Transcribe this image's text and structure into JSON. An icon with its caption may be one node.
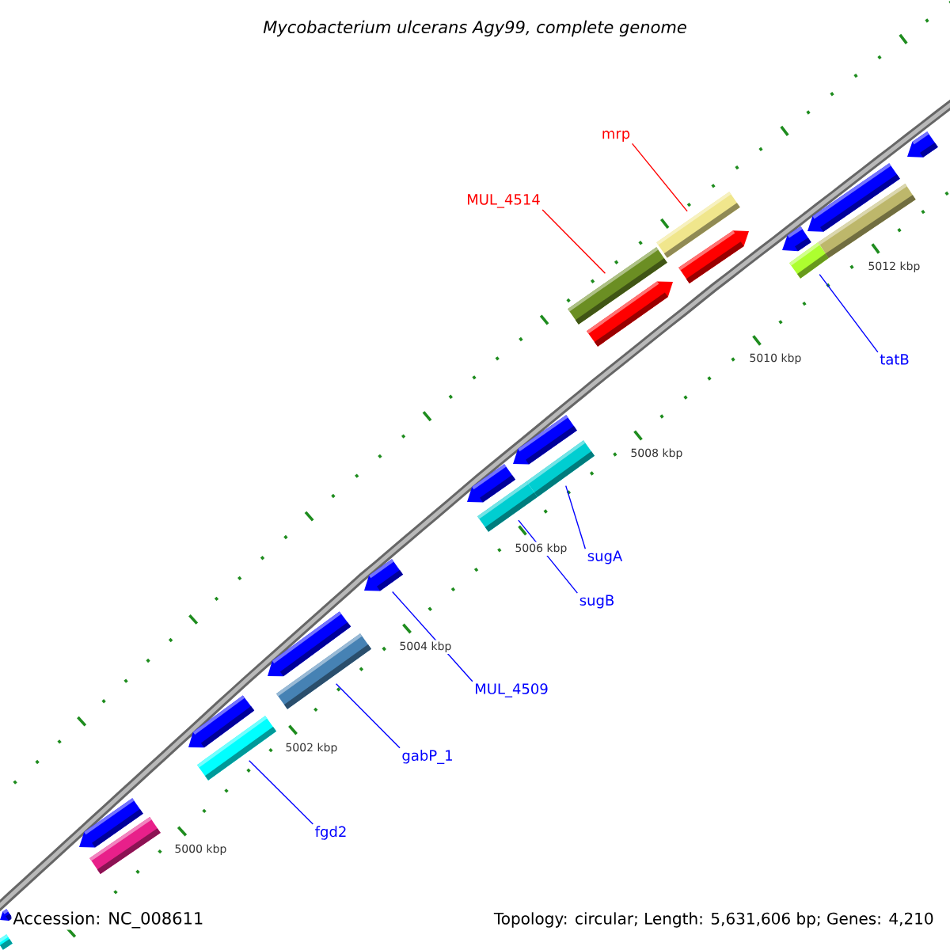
{
  "diagram": {
    "title": "Mycobacterium ulcerans Agy99, complete genome",
    "nodes": [
      {
        "text": [
          "mrp"
        ]
      },
      {
        "text": [
          "MUL_4514"
        ]
      },
      {
        "text": [
          "tatB"
        ]
      },
      {
        "text": [
          "sugA"
        ]
      },
      {
        "text": [
          "sugB"
        ]
      },
      {
        "text": [
          "MUL_4509"
        ]
      },
      {
        "text": [
          "gabP_1"
        ]
      },
      {
        "text": [
          "fgd2"
        ]
      },
      {
        "text": [],
        "shape": "bar"
      },
      {
        "text": [],
        "shape": "bar"
      },
      {
        "text": [],
        "shape": "bar"
      },
      {
        "text": [],
        "shape": "bar"
      },
      {
        "text": [],
        "shape": "bar"
      },
      {
        "text": [],
        "shape": "bar"
      },
      {
        "text": [],
        "shape": "bar"
      },
      {
        "text": [],
        "shape": "bar"
      },
      {
        "text": [],
        "shape": "bar"
      },
      {
        "text": [],
        "shape": "bar"
      },
      {
        "text": [],
        "shape": "bar"
      },
      {
        "text": [],
        "shape": "bar"
      },
      {
        "text": [],
        "shape": "bar"
      },
      {
        "text": [],
        "shape": "bar"
      },
      {
        "text": [],
        "shape": "bar"
      },
      {
        "text": [],
        "shape": "bar"
      },
      {
        "text": [],
        "shape": "bar"
      },
      {
        "text": [],
        "shape": "bar"
      },
      {
        "text": [],
        "shape": "bar"
      },
      {
        "text": [],
        "shape": "bar"
      },
      {
        "text": [],
        "shape": "bar"
      },
      {
        "text": [],
        "shape": "bar"
      }
    ],
    "edges": [
      {
        "from": 0,
        "to": 8,
        "arrow": "none",
        "color": "#ff0000"
      },
      {
        "from": 1,
        "to": 9,
        "arrow": "none",
        "color": "#ff0000"
      },
      {
        "from": 2,
        "to": 10,
        "arrow": "none"
      },
      {
        "from": 3,
        "to": 11,
        "arrow": "none"
      },
      {
        "from": 4,
        "to": 12,
        "arrow": "none"
      },
      {
        "from": 5,
        "to": 13,
        "arrow": "none"
      },
      {
        "from": 6,
        "to": 14,
        "arrow": "none"
      },
      {
        "from": 7,
        "to": 15,
        "arrow": "none"
      }
    ],
    "labels": [
      "5012 kbp",
      "5010 kbp",
      "5008 kbp",
      "5006 kbp",
      "5004 kbp",
      "5002 kbp",
      "5000 kbp",
      "Accession: NC_008611",
      "Topology: circular; Length: 5,631,606 bp; Genes: 4,210"
    ]
  }
}
